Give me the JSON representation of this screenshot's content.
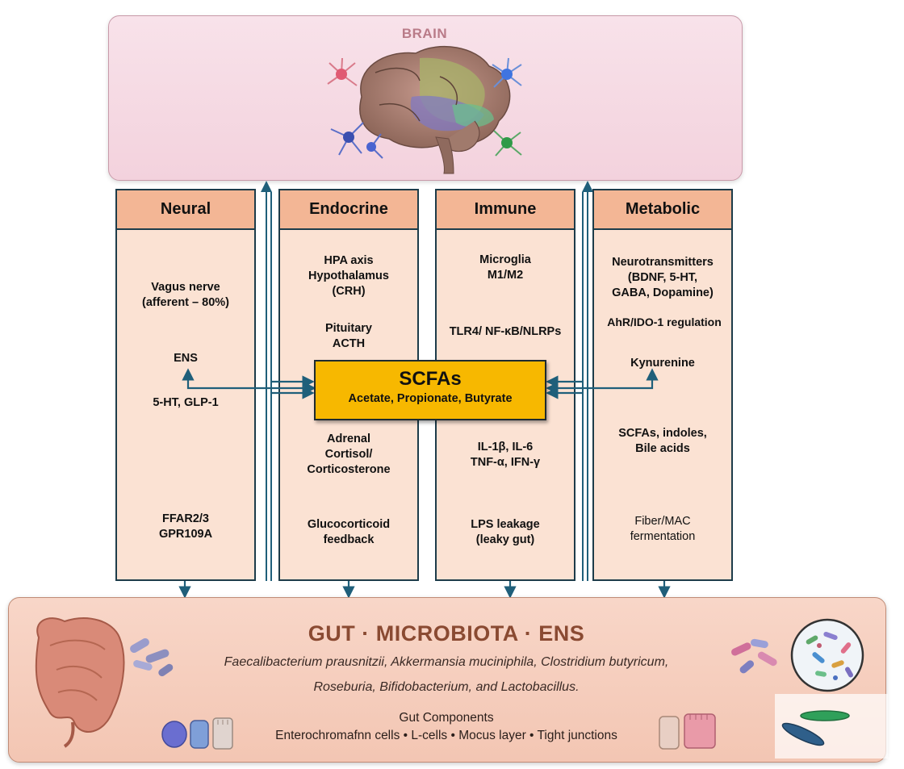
{
  "brain": {
    "title": "BRAIN"
  },
  "columns": {
    "neural": {
      "title": "Neural",
      "vagus_line1": "Vagus nerve",
      "vagus_line2": "(afferent – 80%)",
      "ens": "ENS",
      "ht_glp": "5-HT, GLP-1",
      "ffar_line1": "FFAR2/3",
      "ffar_line2": "GPR109A"
    },
    "endocrine": {
      "title": "Endocrine",
      "hpa_line1": "HPA axis",
      "hpa_line2": "Hypothalamus",
      "hpa_line3": "(CRH)",
      "pit_line1": "Pituitary",
      "pit_line2": "ACTH",
      "adr_line1": "Adrenal",
      "adr_line2": "Cortisol/",
      "adr_line3": "Corticosterone",
      "gluco_line1": "Glucocorticoid",
      "gluco_line2": "feedback"
    },
    "immune": {
      "title": "Immune",
      "micro_line1": "Microglia",
      "micro_line2": "M1/M2",
      "tlr": "TLR4/ NF-κB/NLRPs",
      "il_line1": "IL-1β, IL-6",
      "il_line2": "TNF-α, IFN-γ",
      "lps_line1": "LPS leakage",
      "lps_line2": "(leaky gut)"
    },
    "metabolic": {
      "title": "Metabolic",
      "nt_line1": "Neurotransmitters",
      "nt_line2": "(BDNF, 5-HT,",
      "nt_line3": "GABA, Dopamine)",
      "ahr": "AhR/IDO-1 regulation",
      "kyn": "Kynurenine",
      "scfa_line1": "SCFAs, indoles,",
      "scfa_line2": "Bile acids",
      "fiber_line1": "Fiber/MAC",
      "fiber_line2": "fermentation"
    }
  },
  "scfas": {
    "title": "SCFAs",
    "subtitle": "Acetate, Propionate, Butyrate"
  },
  "gut": {
    "title": "GUT · MICROBIOTA · ENS",
    "species_line1": "Faecalibacterium prausnitzii, Akkermansia muciniphila, Clostridium butyricum,",
    "species_line2": "Roseburia, Bifidobacterium, and Lactobacillus.",
    "components_title": "Gut Components",
    "components": "Enterochromafnn cells • L-cells • Mocus layer • Tight junctions"
  },
  "colors": {
    "brain_bg": "#f5d9e3",
    "column_bg": "#fbe2d3",
    "column_header": "#f3b695",
    "scfa_box": "#f7b800",
    "gut_bg": "#f6cdbb",
    "arrow": "#1f5f7a"
  }
}
